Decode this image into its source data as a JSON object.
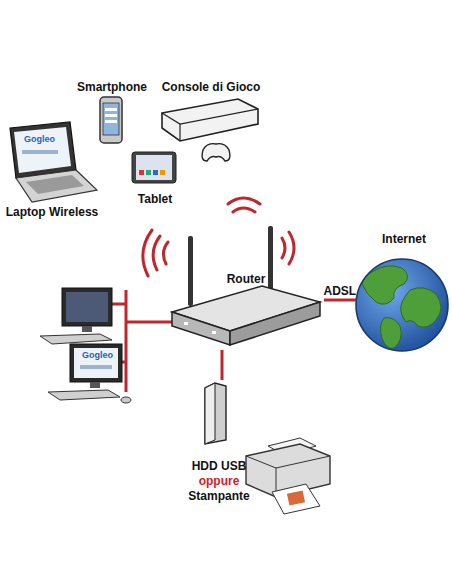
{
  "diagram": {
    "nodes": [
      {
        "text": [
          "Smartphone"
        ]
      },
      {
        "text": [
          "Console di Gioco"
        ]
      },
      {
        "text": [
          "Laptop Wireless"
        ]
      },
      {
        "text": [
          "Tablet"
        ]
      },
      {
        "text": [
          "Router"
        ]
      },
      {
        "text": [
          "Internet"
        ]
      },
      {
        "text": [
          "HDD USB",
          "oppure",
          "Stampante"
        ]
      }
    ],
    "edges": [
      {
        "from": 4,
        "to": 5,
        "label": "ADSL",
        "arrow": "none"
      },
      {
        "from": 4,
        "to": 6,
        "arrow": "none"
      }
    ],
    "labels": [
      "Gogleo",
      "Gogleo"
    ]
  }
}
